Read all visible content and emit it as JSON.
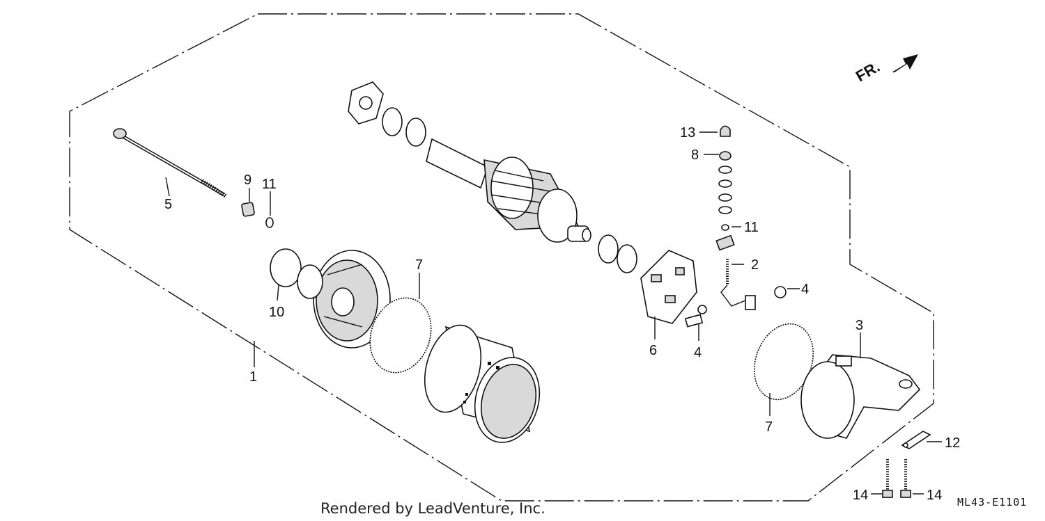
{
  "credit": "Rendered by LeadVenture, Inc.",
  "diagram_code": "ML43-E1101",
  "direction": {
    "text": "FR.",
    "icon": "direction-arrow-icon"
  },
  "callouts": [
    {
      "id": "c1",
      "text": "1"
    },
    {
      "id": "c2",
      "text": "2"
    },
    {
      "id": "c3",
      "text": "3"
    },
    {
      "id": "c4a",
      "text": "4"
    },
    {
      "id": "c4b",
      "text": "4"
    },
    {
      "id": "c5",
      "text": "5"
    },
    {
      "id": "c6",
      "text": "6"
    },
    {
      "id": "c7a",
      "text": "7"
    },
    {
      "id": "c7b",
      "text": "7"
    },
    {
      "id": "c8",
      "text": "8"
    },
    {
      "id": "c9",
      "text": "9"
    },
    {
      "id": "c10",
      "text": "10"
    },
    {
      "id": "c11a",
      "text": "11"
    },
    {
      "id": "c11b",
      "text": "11"
    },
    {
      "id": "c12",
      "text": "12"
    },
    {
      "id": "c13",
      "text": "13"
    },
    {
      "id": "c14a",
      "text": "14"
    },
    {
      "id": "c14b",
      "text": "14"
    }
  ]
}
